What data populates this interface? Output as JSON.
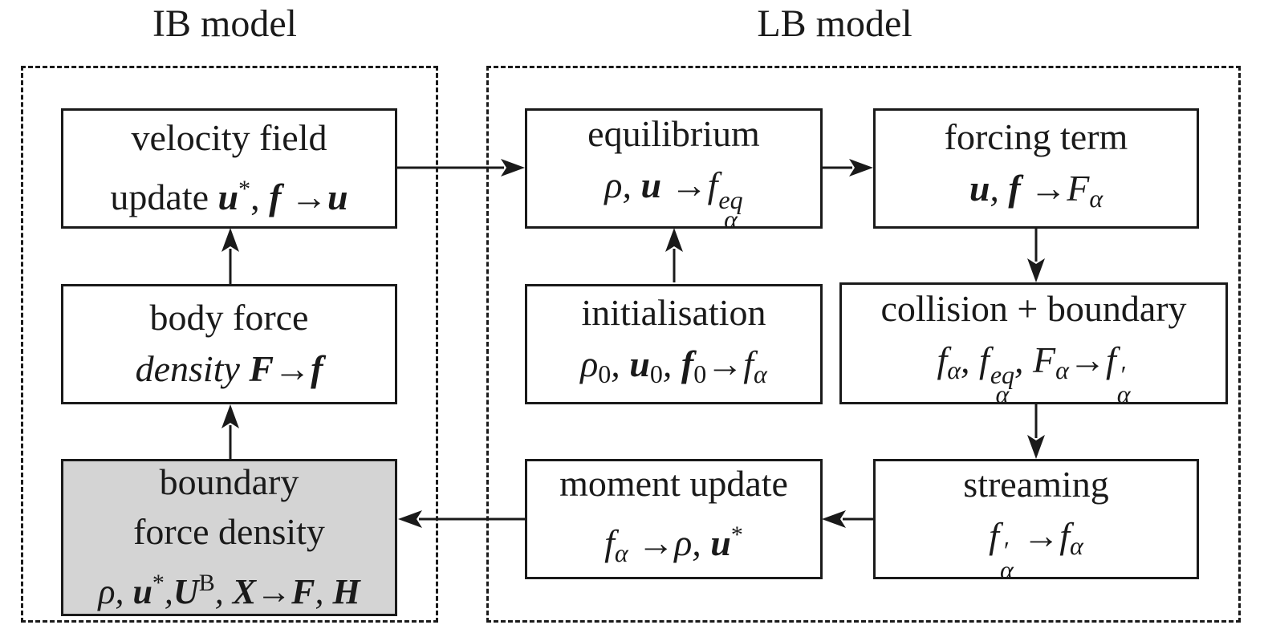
{
  "titles": {
    "ib": "IB model",
    "lb": "LB model"
  },
  "symbols": {
    "arrow": "→",
    "comma": ",",
    "plus": "+",
    "prime": "′",
    "star": "*",
    "rho": "ρ",
    "alpha": "α",
    "zero": "0",
    "eq": "eq",
    "B": "B",
    "u": "u",
    "f": "f",
    "F": "F",
    "U": "U",
    "X": "X",
    "H": "H"
  },
  "boxes": {
    "velocity": {
      "line1": "velocity field",
      "line2_text": "update "
    },
    "body_force": {
      "line1": "body force",
      "line2_text": "density "
    },
    "boundary_force": {
      "line1": "boundary",
      "line2": "force density"
    },
    "equilibrium": {
      "line1": "equilibrium"
    },
    "forcing": {
      "line1": "forcing term"
    },
    "initialisation": {
      "line1": "initialisation"
    },
    "collision": {
      "line1": "collision + boundary"
    },
    "moment": {
      "line1": "moment update"
    },
    "streaming": {
      "line1": "streaming"
    }
  }
}
